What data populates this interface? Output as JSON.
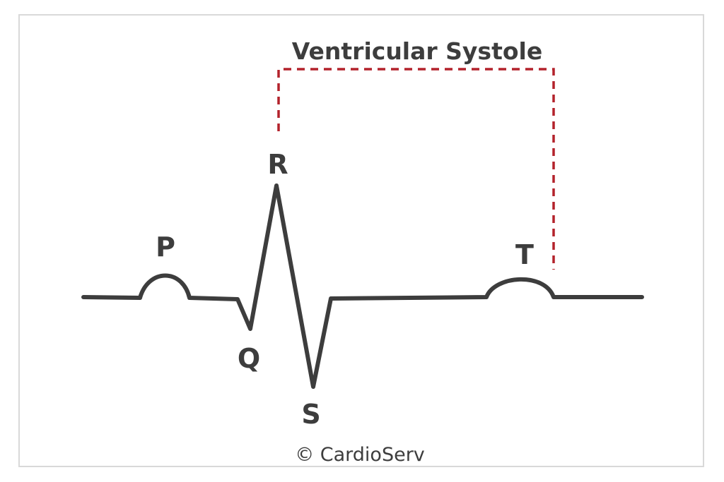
{
  "diagram": {
    "title": "Ventricular Systole",
    "waves": {
      "p": "P",
      "q": "Q",
      "r": "R",
      "s": "S",
      "t": "T"
    },
    "copyright": "© CardioServ"
  },
  "colors": {
    "trace": "#3d3d3d",
    "bracket": "#b3222b",
    "border": "#d9d9d9",
    "text": "#3d3d3d"
  }
}
